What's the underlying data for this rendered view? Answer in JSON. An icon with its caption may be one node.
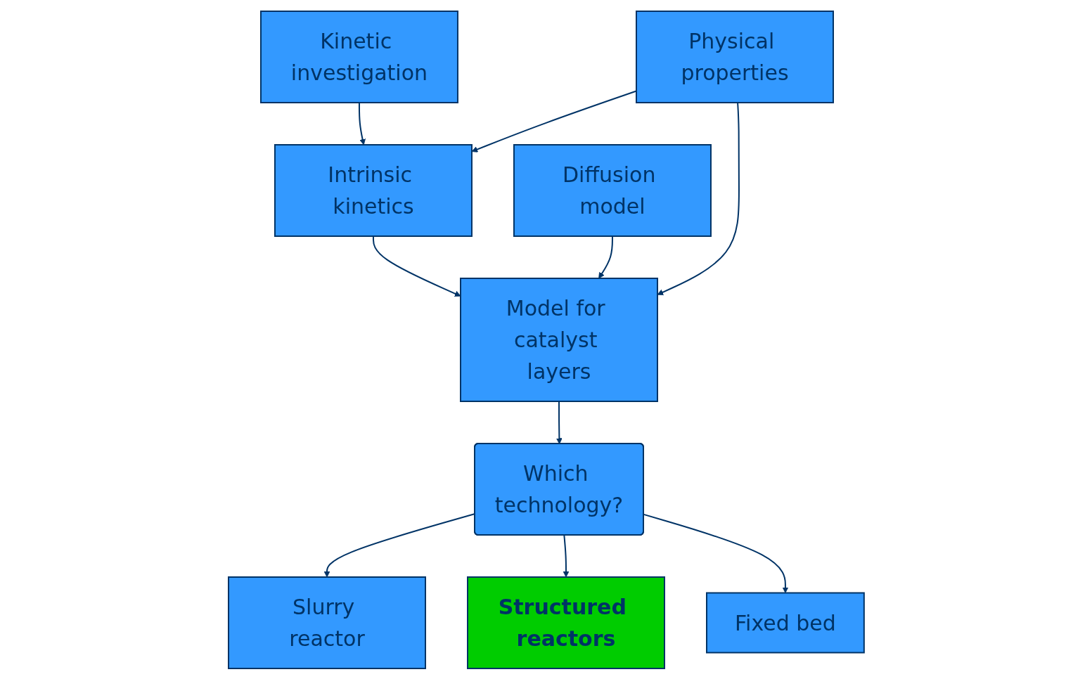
{
  "diagram": {
    "nodes": [
      {
        "text": [
          "Kinetic investigation"
        ]
      },
      {
        "text": [
          "Physical properties"
        ]
      },
      {
        "text": [
          "Intrinsic kinetics"
        ]
      },
      {
        "text": [
          "Diffusion model"
        ]
      },
      {
        "text": [
          "Model for catalyst layers"
        ]
      },
      {
        "text": [
          "Which technology?"
        ]
      },
      {
        "text": [
          "Slurry reactor"
        ]
      },
      {
        "text": [
          "Structured reactors"
        ]
      },
      {
        "text": [
          "Fixed bed"
        ]
      }
    ],
    "edges": [
      {
        "from": 0,
        "to": 2,
        "arrow": "to"
      },
      {
        "from": 1,
        "to": 2,
        "arrow": "to"
      },
      {
        "from": 1,
        "to": 4,
        "arrow": "to"
      },
      {
        "from": 2,
        "to": 4,
        "arrow": "to"
      },
      {
        "from": 3,
        "to": 4,
        "arrow": "to"
      },
      {
        "from": 4,
        "to": 5,
        "arrow": "to"
      },
      {
        "from": 5,
        "to": 6,
        "arrow": "to"
      },
      {
        "from": 5,
        "to": 7,
        "arrow": "to"
      },
      {
        "from": 5,
        "to": 8,
        "arrow": "to"
      }
    ]
  }
}
